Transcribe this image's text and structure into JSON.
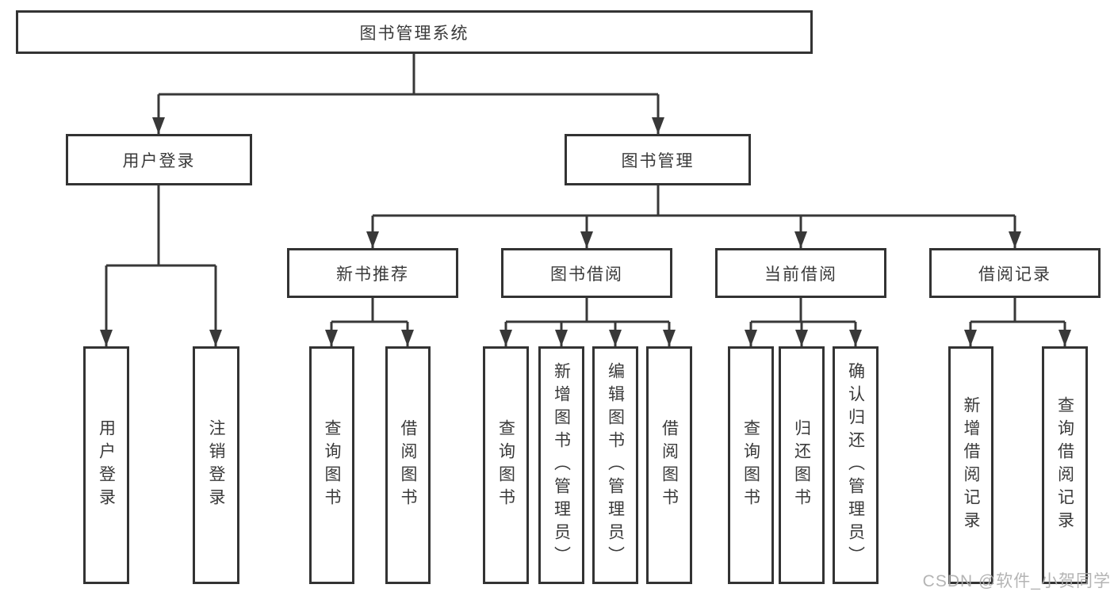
{
  "tree": {
    "root": {
      "label": "图书管理系统",
      "children": [
        {
          "label": "用户登录",
          "children": [
            {
              "label": "用户登录"
            },
            {
              "label": "注销登录"
            }
          ]
        },
        {
          "label": "图书管理",
          "children": [
            {
              "label": "新书推荐",
              "children": [
                {
                  "label": "查询图书"
                },
                {
                  "label": "借阅图书"
                }
              ]
            },
            {
              "label": "图书借阅",
              "children": [
                {
                  "label": "查询图书"
                },
                {
                  "label": "新增图书（管理员）"
                },
                {
                  "label": "编辑图书（管理员）"
                },
                {
                  "label": "借阅图书"
                }
              ]
            },
            {
              "label": "当前借阅",
              "children": [
                {
                  "label": "查询图书"
                },
                {
                  "label": "归还图书"
                },
                {
                  "label": "确认归还（管理员）"
                }
              ]
            },
            {
              "label": "借阅记录",
              "children": [
                {
                  "label": "新增借阅记录"
                },
                {
                  "label": "查询借阅记录"
                }
              ]
            }
          ]
        }
      ]
    }
  },
  "watermark": "CSDN @软件_小贺同学",
  "colors": {
    "line": "#383838",
    "box_border": "#333333",
    "text": "#3a3a3a",
    "background": "#ffffff",
    "watermark": "#acacac"
  }
}
